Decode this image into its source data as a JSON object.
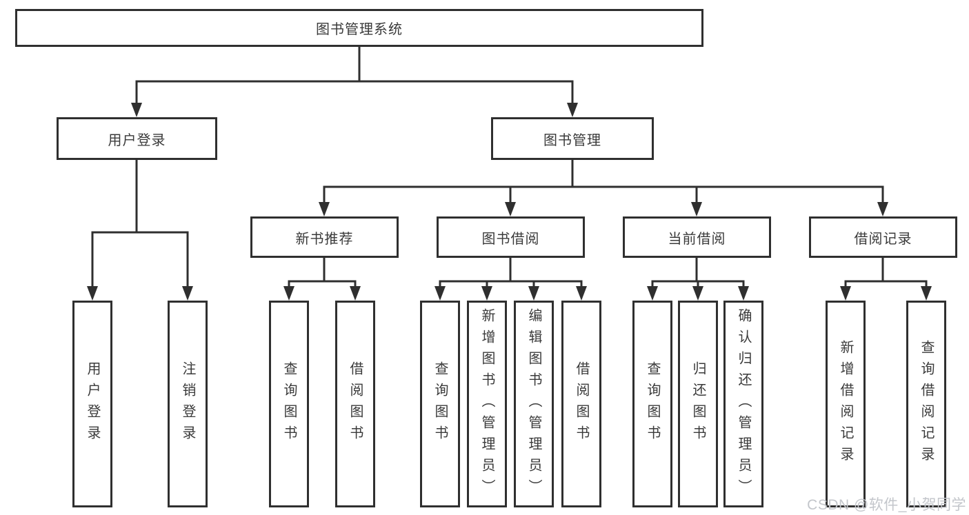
{
  "colors": {
    "background": "#ffffff",
    "line": "#2f2f2f",
    "box_border": "#2f2f2f",
    "text": "#3a3a3a",
    "watermark": "#c3c6cb"
  },
  "nodes": {
    "root": "图书管理系统",
    "user_login_branch": "用户登录",
    "book_manage_branch": "图书管理",
    "new_book_recommend": "新书推荐",
    "book_borrow": "图书借阅",
    "current_borrow": "当前借阅",
    "borrow_records": "借阅记录",
    "leaf_user_login": "用户登录",
    "leaf_logout": "注销登录",
    "leaf_recommend_query": "查询图书",
    "leaf_recommend_borrow": "借阅图书",
    "leaf_borrow_query": "查询图书",
    "leaf_borrow_add": "新增图书（管理员）",
    "leaf_borrow_edit": "编辑图书（管理员）",
    "leaf_borrow_borrow": "借阅图书",
    "leaf_current_query": "查询图书",
    "leaf_current_return": "归还图书",
    "leaf_current_confirm": "确认归还（管理员）",
    "leaf_records_add": "新增借阅记录",
    "leaf_records_query": "查询借阅记录"
  },
  "hierarchy": {
    "图书管理系统": {
      "用户登录": [
        "用户登录",
        "注销登录"
      ],
      "图书管理": {
        "新书推荐": [
          "查询图书",
          "借阅图书"
        ],
        "图书借阅": [
          "查询图书",
          "新增图书（管理员）",
          "编辑图书（管理员）",
          "借阅图书"
        ],
        "当前借阅": [
          "查询图书",
          "归还图书",
          "确认归还（管理员）"
        ],
        "借阅记录": [
          "新增借阅记录",
          "查询借阅记录"
        ]
      }
    }
  },
  "watermark": {
    "label": "CSDN @软件_小贺同学"
  }
}
